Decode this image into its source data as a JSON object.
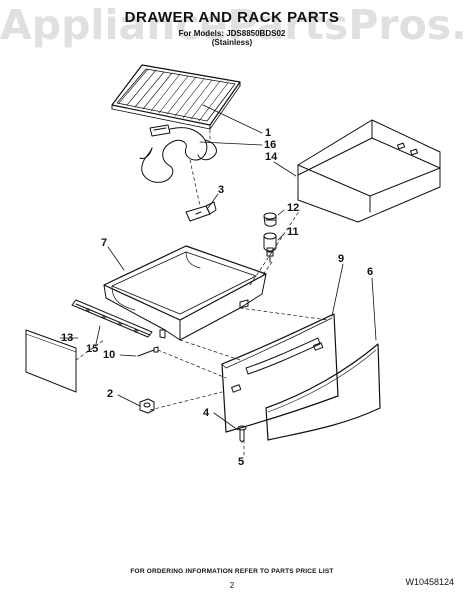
{
  "watermark": "AppliancePartsPros.com",
  "header": {
    "title": "DRAWER AND RACK PARTS",
    "model": "For Models: JDS8850BDS02",
    "finish": "(Stainless)"
  },
  "callouts": [
    {
      "id": "c1",
      "label": "1"
    },
    {
      "id": "c16",
      "label": "16"
    },
    {
      "id": "c14",
      "label": "14"
    },
    {
      "id": "c3",
      "label": "3"
    },
    {
      "id": "c12",
      "label": "12"
    },
    {
      "id": "c11",
      "label": "11"
    },
    {
      "id": "c7",
      "label": "7"
    },
    {
      "id": "c9",
      "label": "9"
    },
    {
      "id": "c6",
      "label": "6"
    },
    {
      "id": "c13",
      "label": "13"
    },
    {
      "id": "c15",
      "label": "15"
    },
    {
      "id": "c10",
      "label": "10"
    },
    {
      "id": "c2",
      "label": "2"
    },
    {
      "id": "c4",
      "label": "4"
    },
    {
      "id": "c5",
      "label": "5"
    }
  ],
  "footer": {
    "note": "FOR ORDERING INFORMATION REFER TO PARTS PRICE LIST",
    "page": "2",
    "doc_number": "W10458124"
  }
}
